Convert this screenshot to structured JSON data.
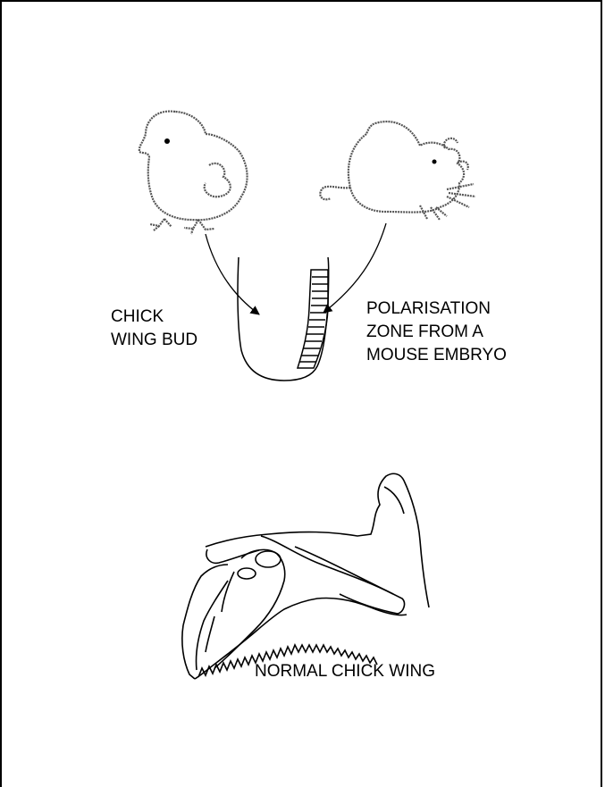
{
  "labels": {
    "chick_wing_bud_line1": "CHICK",
    "chick_wing_bud_line2": "WING BUD",
    "polarisation_line1": "POLARISATION",
    "polarisation_line2": "ZONE FROM A",
    "polarisation_line3": "MOUSE EMBRYO",
    "normal_wing": "NORMAL CHICK WING"
  },
  "colors": {
    "ink": "#000000",
    "background": "#ffffff",
    "outline_grey": "#555555"
  }
}
